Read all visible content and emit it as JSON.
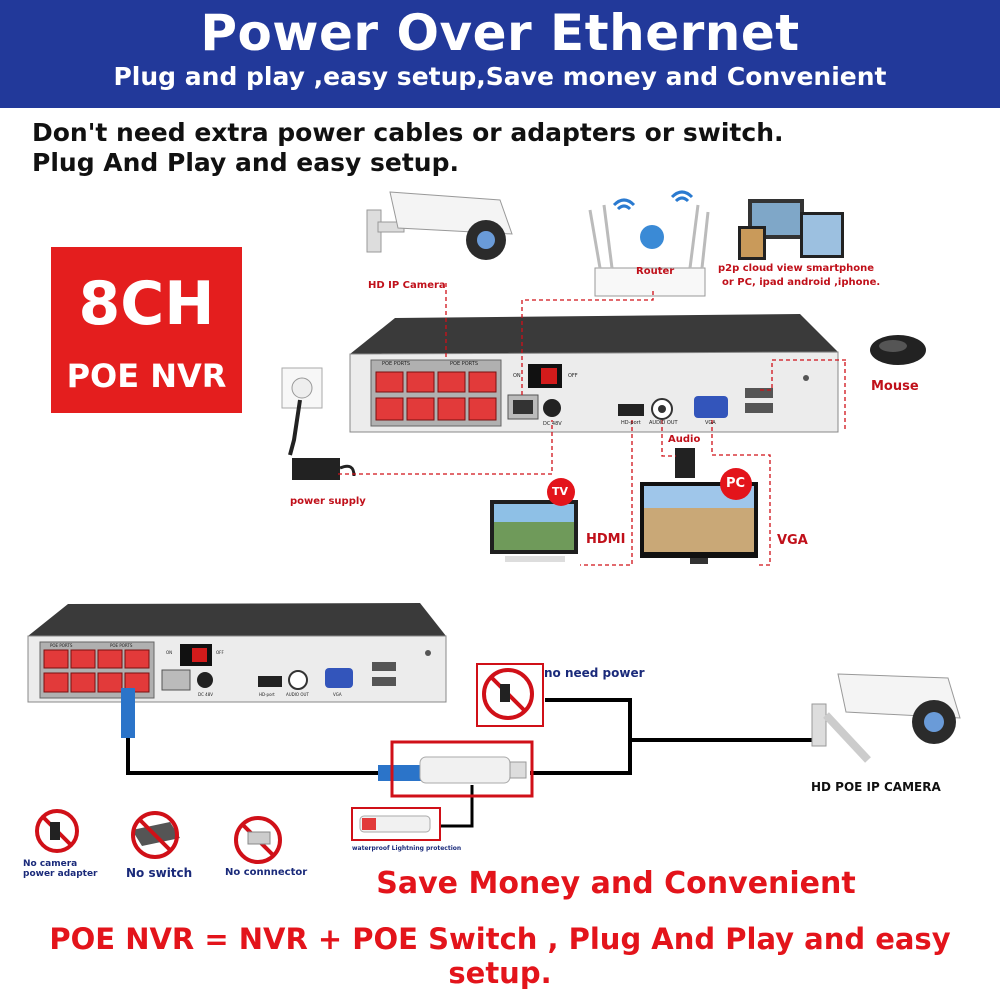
{
  "banner": {
    "title": "Power Over Ethernet",
    "subtitle": "Plug and play ,easy setup,Save money and Convenient",
    "color": "#22399a"
  },
  "intro": {
    "line1": "Don't need extra power cables or adapters or switch.",
    "line2": "Plug And Play and easy setup."
  },
  "badge": {
    "channels": "8CH",
    "type": "POE NVR",
    "color": "#e41e1e"
  },
  "top_diagram": {
    "camera_label": "HD IP Camera",
    "router_label": "Router",
    "p2p_line1": "p2p cloud  view smartphone",
    "p2p_line2": "or PC, ipad android ,iphone.",
    "mouse_label": "Mouse",
    "power_label": "power supply",
    "audio_label": "Audio",
    "tv_badge": "TV",
    "pc_badge": "PC",
    "hdmi_label": "HDMI",
    "vga_label": "VGA",
    "nvr_panel": {
      "poe_ports_1": "POE PORTS",
      "poe_ports_2": "POE PORTS",
      "on": "ON",
      "off": "OFF",
      "dc": "DC 48V",
      "hd_port": "HD-port",
      "audio_out": "AUDIO OUT",
      "vga": "VGA"
    }
  },
  "bottom_diagram": {
    "no_need_power": "no need power",
    "camera_label": "HD POE IP CAMERA",
    "protection_label": "waterproof Lightning protection",
    "no_adapter_1": "No camera",
    "no_adapter_2": "power adapter",
    "no_switch": "No switch",
    "no_connector": "No connnector",
    "nvr_panel": {
      "poe_ports_1": "POE PORTS",
      "poe_ports_2": "POE PORTS",
      "on": "ON",
      "off": "OFF",
      "dc": "DC 48V",
      "hd_port": "HD-port",
      "audio_out": "AUDIO OUT",
      "vga": "VGA"
    }
  },
  "footer": {
    "save_money": "Save Money and Convenient",
    "equation": "POE NVR = NVR + POE Switch , Plug And Play and easy setup."
  },
  "colors": {
    "accent_red": "#e3141b",
    "label_red": "#c0101a",
    "cable_red": "#d01018"
  }
}
